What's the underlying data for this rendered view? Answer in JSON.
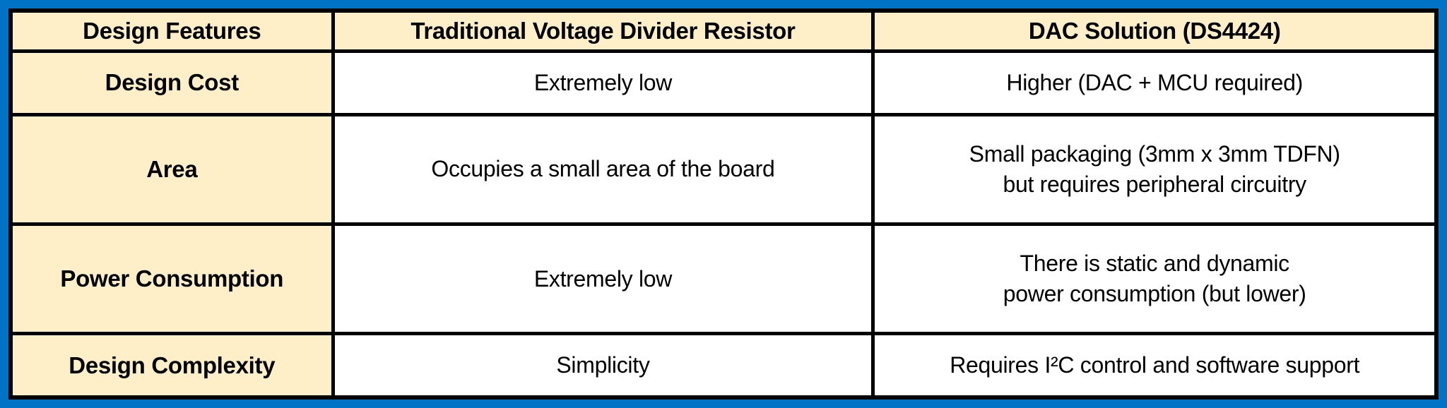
{
  "colors": {
    "outer_frame_blue": "#0073C6",
    "header_and_feature_fill": "#FFEFC9",
    "grid_black": "#000000",
    "cell_white": "#FFFFFF",
    "text": "#000000"
  },
  "table": {
    "columns": {
      "feature": "Design Features",
      "traditional": "Traditional Voltage Divider Resistor",
      "dac": "DAC Solution (DS4424)"
    },
    "rows": [
      {
        "feature": "Design Cost",
        "traditional": "Extremely low",
        "dac": "Higher (DAC + MCU required)"
      },
      {
        "feature": "Area",
        "traditional": "Occupies a small area of the board",
        "dac": "Small packaging (3mm x 3mm TDFN)\nbut requires peripheral circuitry"
      },
      {
        "feature": "Power Consumption",
        "traditional": "Extremely low",
        "dac": "There is static and dynamic\npower consumption (but lower)"
      },
      {
        "feature": "Design Complexity",
        "traditional": "Simplicity",
        "dac": "Requires I²C control and software support"
      }
    ]
  }
}
